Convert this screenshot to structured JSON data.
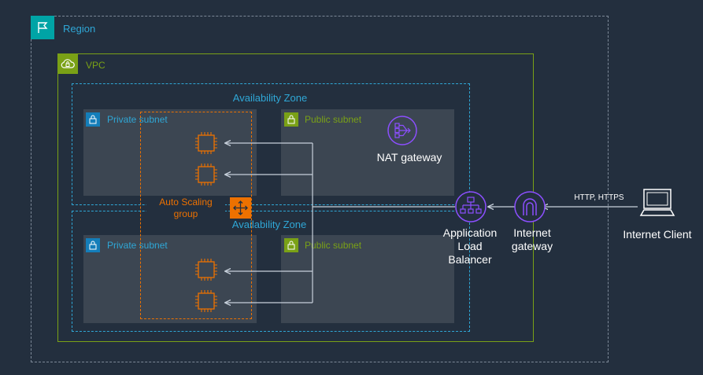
{
  "region": {
    "label": "Region",
    "icon": "flag-icon"
  },
  "vpc": {
    "label": "VPC",
    "icon": "cloud-lock-icon"
  },
  "availability_zones": [
    {
      "label": "Availability Zone"
    },
    {
      "label": "Availability Zone"
    }
  ],
  "subnets": {
    "private_1": "Private subnet",
    "public_1": "Public subnet",
    "private_2": "Private subnet",
    "public_2": "Public subnet"
  },
  "auto_scaling": {
    "line1": "Auto Scaling",
    "line2": "group"
  },
  "nat_gateway": {
    "label": "NAT gateway"
  },
  "alb": {
    "line1": "Application",
    "line2": "Load",
    "line3": "Balancer"
  },
  "internet_gateway": {
    "line1": "Internet",
    "line2": "gateway"
  },
  "client": {
    "label": "Internet Client"
  },
  "edge_label": "HTTP, HTTPS",
  "colors": {
    "background": "#232f3e",
    "region": "#00a4a6",
    "vpc": "#7aa116",
    "az": "#2fa7d6",
    "auto_scaling": "#ed7100",
    "networking": "#8c4fff",
    "subnet_fill": "#3c4652"
  }
}
